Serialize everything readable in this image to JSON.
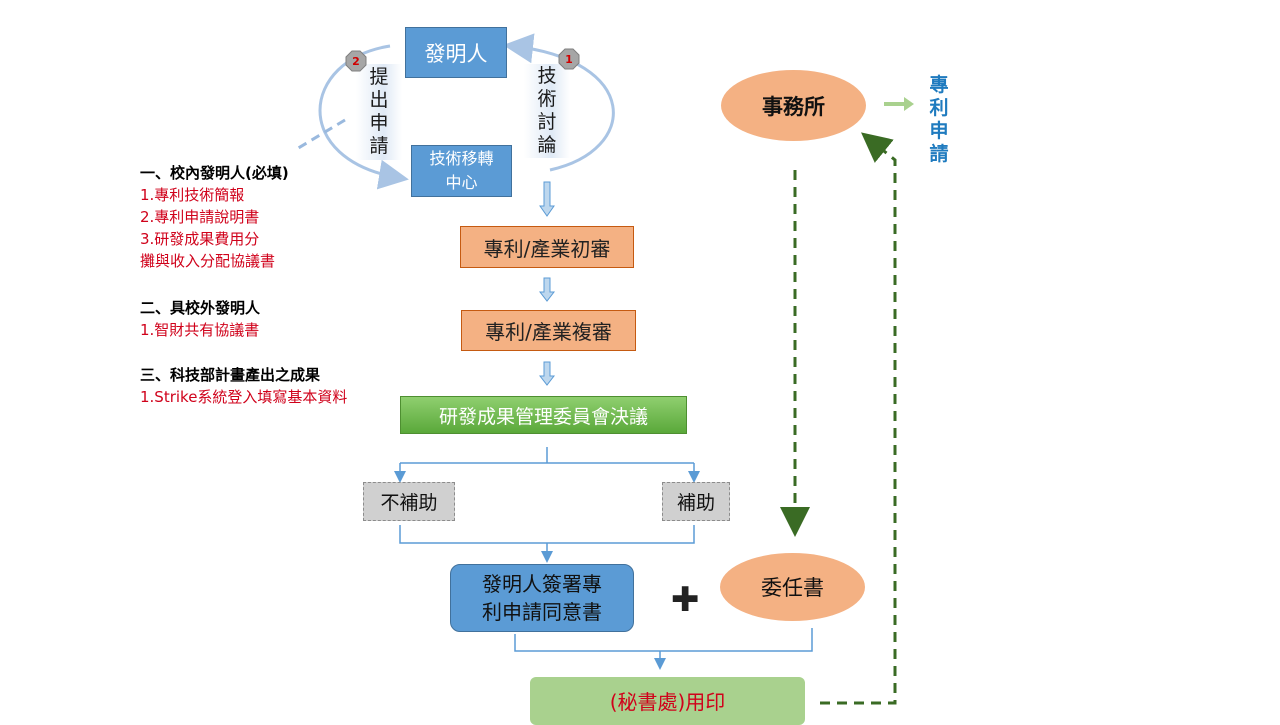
{
  "nodes": {
    "inventor": "發明人",
    "tto_line1": "技術移轉",
    "tto_line2": "中心",
    "initial_review": "專利/產業初審",
    "second_review": "專利/產業複審",
    "committee": "研發成果管理委員會決議",
    "no_subsidy": "不補助",
    "subsidy": "補助",
    "consent_line1": "發明人簽署專",
    "consent_line2": "利申請同意書",
    "mandate": "委任書",
    "seal": "(秘書處)用印",
    "agency": "事務所"
  },
  "loop": {
    "submit_chars": [
      "提",
      "出",
      "申",
      "請"
    ],
    "discuss_chars": [
      "技",
      "術",
      "討",
      "論"
    ],
    "step_submit": "2",
    "step_discuss": "1"
  },
  "outcome_chars": [
    "專",
    "利",
    "申",
    "請"
  ],
  "plus_symbol": "✚",
  "notes": {
    "section1_title": "一、校內發明人(必填)",
    "section1_items": [
      "1.專利技術簡報",
      "2.專利申請說明書",
      "3.研發成果費用分",
      "攤與收入分配協議書"
    ],
    "section2_title": "二、具校外發明人",
    "section2_items": [
      "1.智財共有協議書"
    ],
    "section3_title": "三、科技部計畫產出之成果",
    "section3_items": [
      "1.Strike系統登入填寫基本資料"
    ]
  },
  "colors": {
    "blue": "#5b9bd5",
    "orange": "#f4b183",
    "green": "#70ad47",
    "dark_green": "#3a6b24",
    "light_green": "#a9d18e",
    "red_text": "#d0021b",
    "outcome_text": "#1f7bbf"
  }
}
